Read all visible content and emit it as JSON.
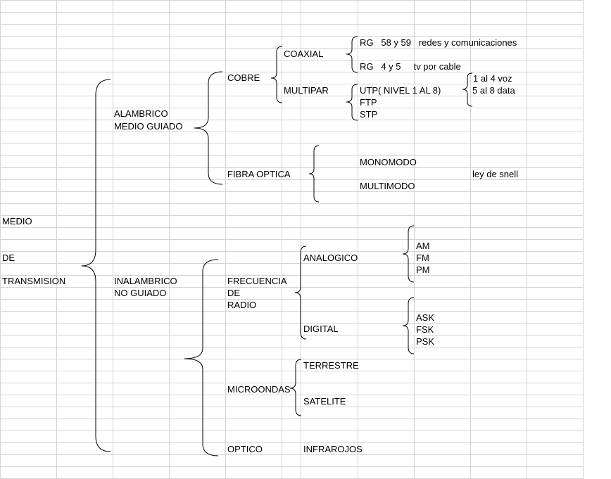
{
  "root": {
    "line1": "MEDIO",
    "line2": "DE",
    "line3": "TRANSMISION"
  },
  "alambrico": {
    "line1": "ALAMBRICO",
    "line2": "MEDIO GUIADO"
  },
  "cobre": "COBRE",
  "coaxial": "COAXIAL",
  "rg59": "RG   58 y 59   redes y comunicaciones",
  "rg45": "RG   4 y 5     tv por cable",
  "multipar": "MULTIPAR",
  "utp": "UTP( NIVEL 1 AL 8)",
  "ftp": "FTP",
  "stp": "STP",
  "voz": "1 al 4 voz",
  "data": "5 al 8 data",
  "fibra": "FIBRA OPTICA",
  "monomodo": "MONOMODO",
  "multimodo": "MULTIMODO",
  "snell": "ley de snell",
  "inalambrico": {
    "line1": "INALAMBRICO",
    "line2": "NO GUIADO"
  },
  "frecuencia": {
    "line1": "FRECUENCIA",
    "line2": "DE",
    "line3": "RADIO"
  },
  "analogico": "ANALOGICO",
  "am": "AM",
  "fm": "FM",
  "pm": "PM",
  "digital": "DIGITAL",
  "ask": "ASK",
  "fsk": "FSK",
  "psk": "PSK",
  "microondas": "MICROONDAS",
  "terrestre": "TERRESTRE",
  "satelite": "SATELITE",
  "optico": "OPTICO",
  "infrarojos": "INFRAROJOS",
  "colors": {
    "grid": "#d4d4d4",
    "ink": "#000000"
  }
}
